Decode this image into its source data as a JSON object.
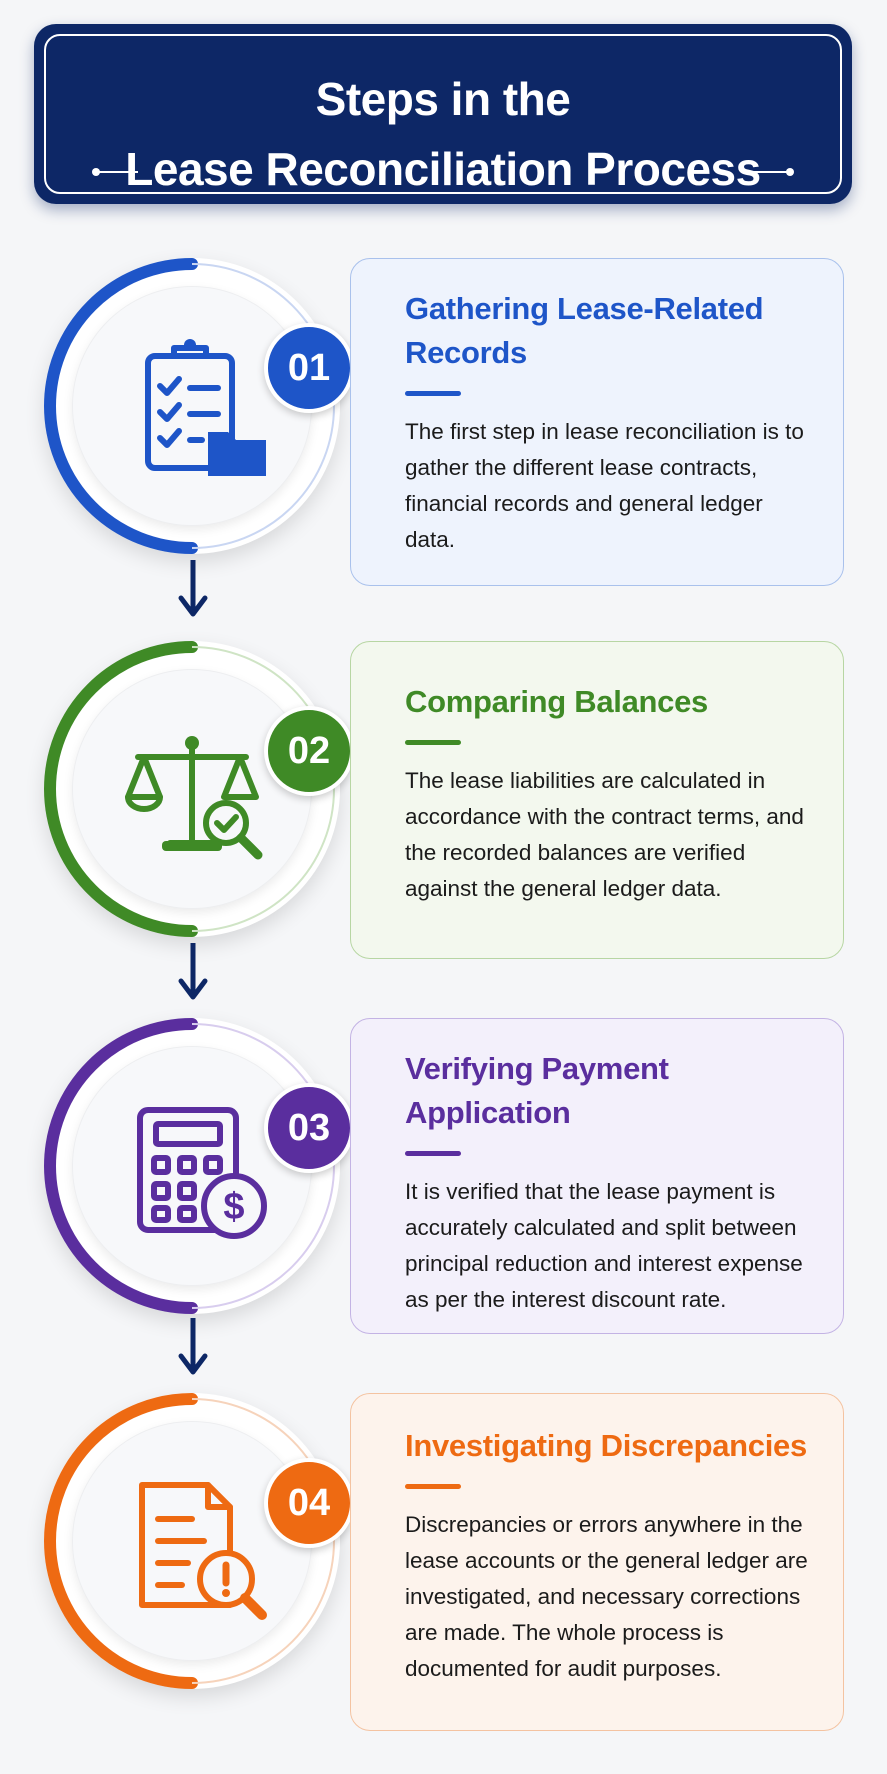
{
  "header": {
    "line1": "Steps in the",
    "line2": "Lease Reconciliation Process"
  },
  "colors": {
    "header_bg": "#0d2766",
    "step1": "#1e55c8",
    "step2": "#3f8a26",
    "step3": "#5a2e9e",
    "step4": "#ee6a12",
    "arrow": "#0d2766"
  },
  "steps": [
    {
      "number": "01",
      "icon": "clipboard-checklist-folder-icon",
      "title": "Gathering Lease-Related Records",
      "description": "The first step in lease reconciliation is to gather the different lease contracts, financial records and general ledger data."
    },
    {
      "number": "02",
      "icon": "scales-magnifier-check-icon",
      "title": "Comparing Balances",
      "description": "The lease liabilities are calculated in accordance with the contract terms, and the recorded balances are verified against the general ledger data."
    },
    {
      "number": "03",
      "icon": "calculator-dollar-icon",
      "title": "Verifying Payment Application",
      "description": "It is verified that the lease payment is accurately calculated and split between principal reduction and interest expense as per the interest discount rate."
    },
    {
      "number": "04",
      "icon": "document-magnifier-alert-icon",
      "title": "Investigating Discrepancies",
      "description": "Discrepancies or errors anywhere in the lease accounts or the general ledger are investigated, and necessary corrections are made. The whole process is documented for audit purposes."
    }
  ]
}
